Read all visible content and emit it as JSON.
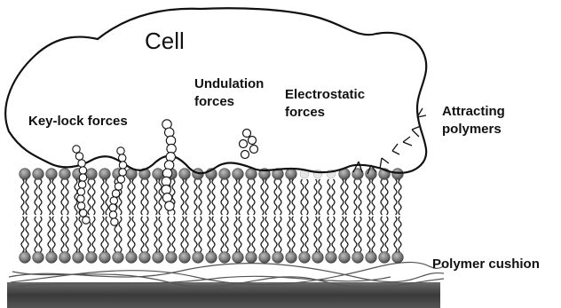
{
  "labels": {
    "cell": "Cell",
    "undulation_line1": "Undulation",
    "undulation_line2": "forces",
    "electrostatic_line1": "Electrostatic",
    "electrostatic_line2": "forces",
    "keylock": "Key-lock forces",
    "attracting_line1": "Attracting",
    "attracting_line2": "polymers",
    "cushion": "Polymer cushion"
  },
  "colors": {
    "ink": "#111111",
    "headgroup": "#7a7a7a",
    "headgroup_dark": "#3e3e3e",
    "chain": "#1a1a1a",
    "cushion_line": "#555555",
    "substrate": "#4a4a4a"
  }
}
